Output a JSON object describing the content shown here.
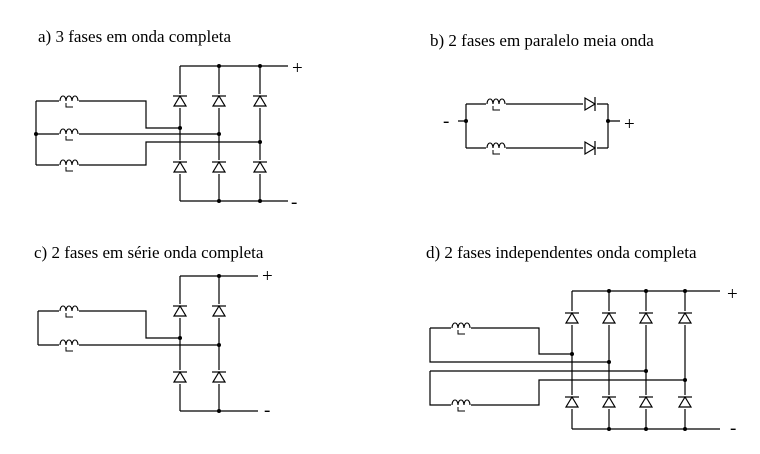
{
  "panels": [
    {
      "id": "a",
      "caption": "a)   3 fases em onda completa",
      "plus": "+",
      "minus": "-"
    },
    {
      "id": "b",
      "caption": "b)   2 fases em  paralelo  meia onda",
      "plus": "+",
      "minus": "-"
    },
    {
      "id": "c",
      "caption": "c)  2 fases em série onda completa",
      "plus": "+",
      "minus": "-"
    },
    {
      "id": "d",
      "caption": "d)   2 fases independentes onda completa",
      "plus": "+",
      "minus": "-"
    }
  ],
  "colors": {
    "ink": "#000000",
    "background": "#ffffff"
  }
}
